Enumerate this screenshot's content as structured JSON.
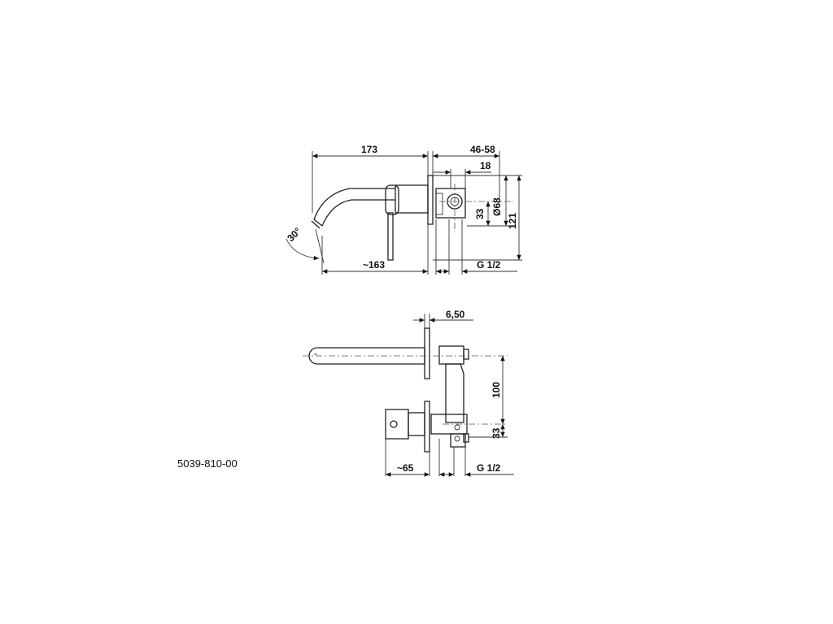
{
  "drawing": {
    "article_number": "5039-810-00",
    "top_view": {
      "dim_overall": "173",
      "dim_wall_range": "46-58",
      "dim_depth": "18",
      "dim_rosette": "Ø68",
      "dim_offset": "33",
      "dim_height": "121",
      "dim_angle": "30°",
      "dim_spout": "~163",
      "dim_thread": "G 1/2"
    },
    "side_view": {
      "dim_plate": "6,50",
      "dim_spacing": "100",
      "dim_offset": "33",
      "dim_handle": "~65",
      "dim_thread": "G 1/2"
    }
  }
}
